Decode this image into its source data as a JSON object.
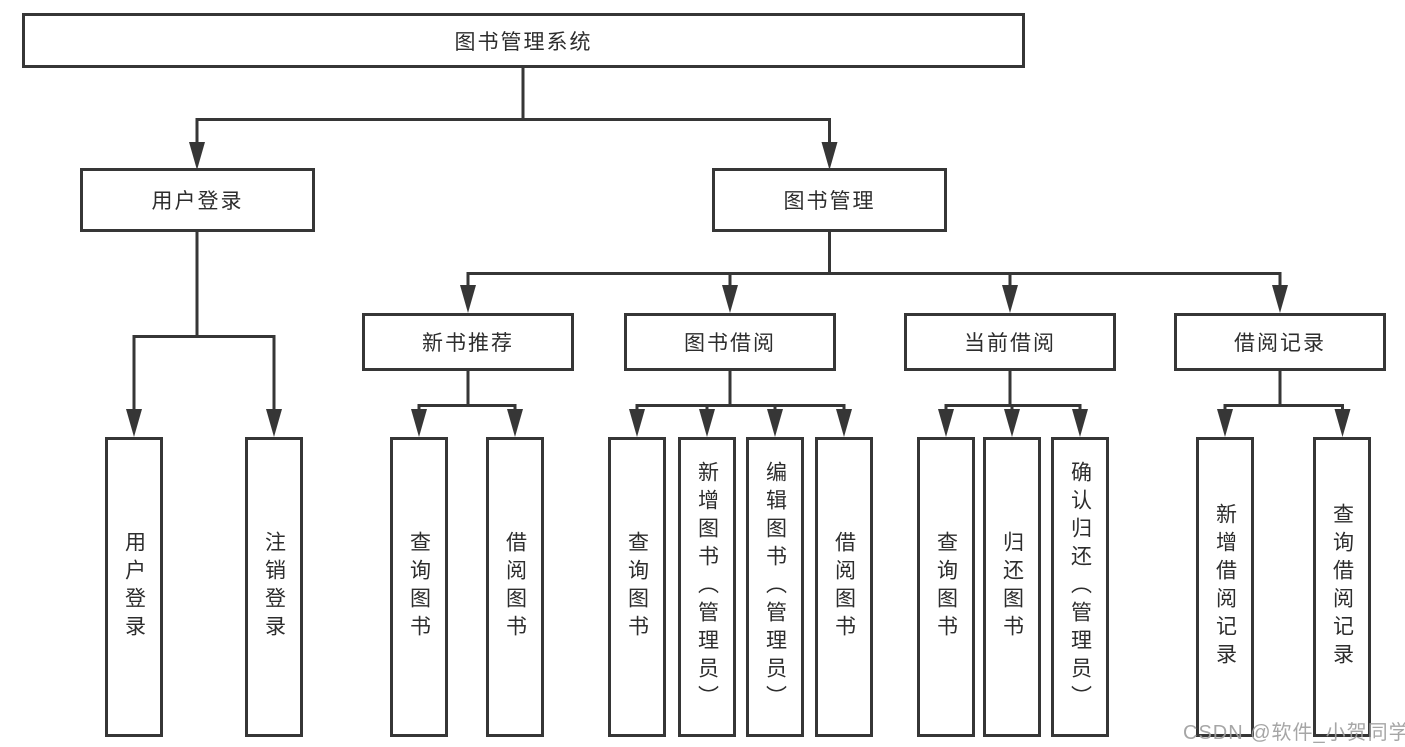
{
  "tree": {
    "root": {
      "label": "图书管理系统"
    },
    "level2": [
      {
        "label": "用户登录",
        "children": [
          {
            "label": "用户登录"
          },
          {
            "label": "注销登录"
          }
        ]
      },
      {
        "label": "图书管理",
        "children": [
          {
            "label": "新书推荐",
            "children": [
              {
                "label": "查询图书"
              },
              {
                "label": "借阅图书"
              }
            ]
          },
          {
            "label": "图书借阅",
            "children": [
              {
                "label": "查询图书"
              },
              {
                "label": "新增图书（管理员）"
              },
              {
                "label": "编辑图书（管理员）"
              },
              {
                "label": "借阅图书"
              }
            ]
          },
          {
            "label": "当前借阅",
            "children": [
              {
                "label": "查询图书"
              },
              {
                "label": "归还图书"
              },
              {
                "label": "确认归还（管理员）"
              }
            ]
          },
          {
            "label": "借阅记录",
            "children": [
              {
                "label": "新增借阅记录"
              },
              {
                "label": "查询借阅记录"
              }
            ]
          }
        ]
      }
    ]
  },
  "watermark": {
    "text": "CSDN @软件_小贺同学"
  },
  "colors": {
    "line": "#363636",
    "text": "#2d2d2d",
    "watermark": "#9e9e9e",
    "background": "#ffffff"
  }
}
